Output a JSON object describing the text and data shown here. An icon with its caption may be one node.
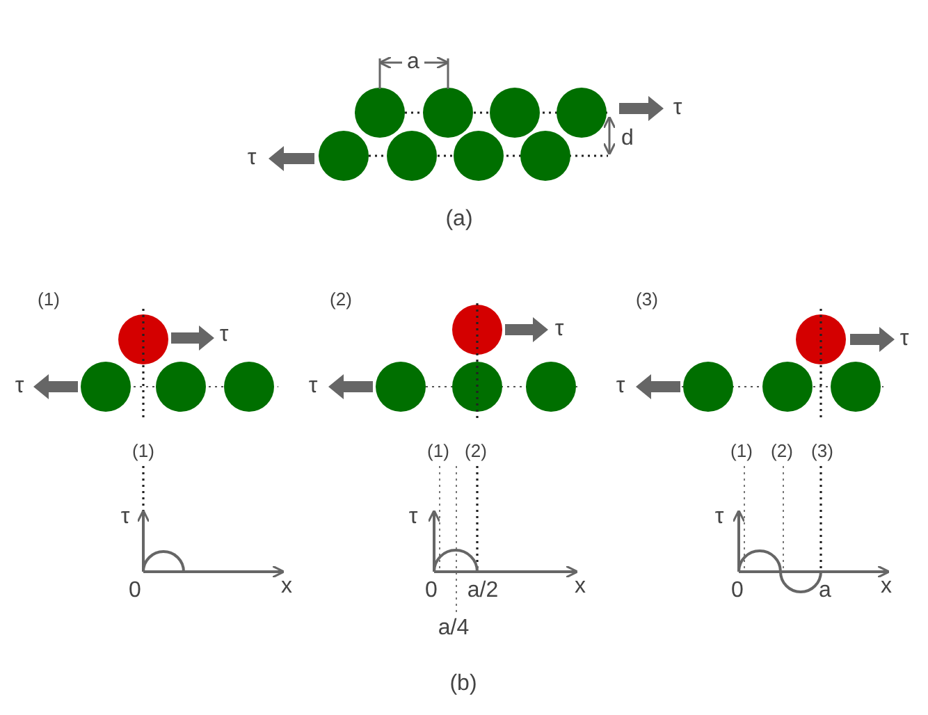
{
  "diagram": {
    "labels": [
      "a",
      "τ",
      "d",
      "τ",
      "(a)",
      "(1)",
      "(2)",
      "(3)",
      "τ",
      "τ",
      "τ",
      "τ",
      "τ",
      "τ",
      "(1)",
      "(1)",
      "(2)",
      "(1)",
      "(2)",
      "(3)",
      "τ",
      "τ",
      "τ",
      "0",
      "x",
      "0",
      "a/2",
      "x",
      "a/4",
      "0",
      "a",
      "x",
      "(b)"
    ]
  }
}
